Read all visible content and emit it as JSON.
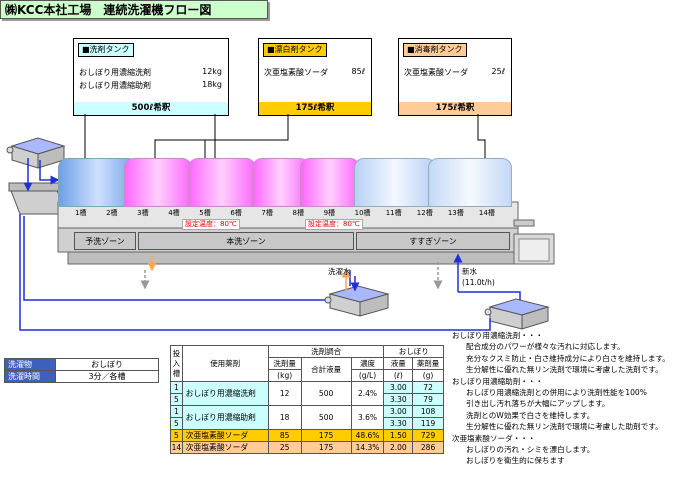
{
  "title": "㈱KCC本社工場　連続洗濯機フロー図",
  "colors": {
    "title_bg": "#ccffcc",
    "detergent_header": "#ccffff",
    "bleach_header": "#ffcc00",
    "disinfect_header": "#ffcc99",
    "blue_tank": "#8fb8f0",
    "pink_tank": "#ff99ff",
    "light_tank": "#d8e8ff",
    "zone": "#c8c8c8",
    "pipe_blue": "#1f2fd6",
    "pipe_orange": "#ffa64d",
    "hot": "#e00000"
  },
  "tanks": [
    {
      "id": "detergent",
      "header": "■洗剤タンク",
      "rows": [
        {
          "name": "おしぼり用濃縮洗剤",
          "amount": "12kg"
        },
        {
          "name": "おしぼり用濃縮助剤",
          "amount": "18kg"
        }
      ],
      "footer": "500ℓ希釈"
    },
    {
      "id": "bleach",
      "header": "■漂白剤タンク",
      "rows": [
        {
          "name": "次亜塩素酸ソーダ",
          "amount": "85ℓ"
        }
      ],
      "footer": "175ℓ希釈"
    },
    {
      "id": "disinfect",
      "header": "■消毒剤タンク",
      "rows": [
        {
          "name": "次亜塩素酸ソーダ",
          "amount": "25ℓ"
        }
      ],
      "footer": "175ℓ希釈"
    }
  ],
  "tank_icon": "tank-icon",
  "chambers": [
    "1槽",
    "2槽",
    "3槽",
    "4槽",
    "5槽",
    "6槽",
    "7槽",
    "8槽",
    "9槽",
    "10槽",
    "11槽",
    "12槽",
    "13槽",
    "14槽"
  ],
  "set_temps": [
    "設定温度：80℃",
    "設定温度：80℃"
  ],
  "zones": [
    "予洗ゾーン",
    "本洗ゾーン",
    "すすぎゾーン"
  ],
  "labels": {
    "wash_water": "洗濯水",
    "fresh_water": "新水",
    "fresh_flow": "(11.0t/h)"
  },
  "params": [
    {
      "label": "洗濯物",
      "value": "おしぼり"
    },
    {
      "label": "洗濯時間",
      "value": "3分／各槽"
    }
  ],
  "recipe": {
    "headers": {
      "chamber": "投入槽",
      "chem": "使用薬剤",
      "group1": "洗剤調合",
      "amount": "洗剤量",
      "amount_unit": "(kg)",
      "total": "合計液量",
      "conc": "濃度",
      "conc_unit": "(g/L)",
      "group2": "おしぼり",
      "liquid": "液量",
      "liquid_unit": "(ℓ)",
      "dose": "薬剤量",
      "dose_unit": "(g)"
    },
    "rows": [
      {
        "chambers": [
          "1",
          "5"
        ],
        "chem": "おしぼり用濃縮洗剤",
        "amount": "12",
        "total": "500",
        "conc": "2.4%",
        "liquid": [
          "3.00",
          "3.30"
        ],
        "dose": [
          "72",
          "79"
        ]
      },
      {
        "chambers": [
          "1",
          "5"
        ],
        "chem": "おしぼり用濃縮助剤",
        "amount": "18",
        "total": "500",
        "conc": "3.6%",
        "liquid": [
          "3.00",
          "3.30"
        ],
        "dose": [
          "108",
          "119"
        ]
      },
      {
        "chambers": [
          "5"
        ],
        "chem": "次亜塩素酸ソーダ",
        "amount": "85",
        "total": "175",
        "conc": "48.6%",
        "liquid": [
          "1.50"
        ],
        "dose": [
          "729"
        ],
        "highlight": "#ffcc00"
      },
      {
        "chambers": [
          "14"
        ],
        "chem": "次亜塩素酸ソーダ",
        "amount": "25",
        "total": "175",
        "conc": "14.3%",
        "liquid": [
          "2.00"
        ],
        "dose": [
          "286"
        ],
        "highlight": "#ffcc99"
      }
    ]
  },
  "notes": [
    {
      "text": "おしぼり用濃縮洗剤・・・",
      "indent": 0
    },
    {
      "text": "配合成分のパワーが様々な汚れに対応します。",
      "indent": 1
    },
    {
      "text": "充分なクスミ防止・白さ維持成分により白さを維持します。",
      "indent": 1
    },
    {
      "text": "生分解性に優れた無リン洗剤で環境に考慮した洗剤です。",
      "indent": 1
    },
    {
      "text": "おしぼり用濃縮助剤・・・",
      "indent": 0
    },
    {
      "text": "おしぼり用濃縮洗剤との併用により洗剤性能を100%",
      "indent": 1
    },
    {
      "text": "引き出し汚れ落ちが大幅にアップします。",
      "indent": 1
    },
    {
      "text": "洗剤とのW効果で白さを維持します。",
      "indent": 1
    },
    {
      "text": "生分解性に優れた無リン洗剤で環境に考慮した助剤です。",
      "indent": 1
    },
    {
      "text": "次亜塩素酸ソーダ・・・",
      "indent": 0
    },
    {
      "text": "おしぼりの汚れ・シミを漂白します。",
      "indent": 1
    },
    {
      "text": "おしぼりを衛生的に保ちます",
      "indent": 1
    }
  ]
}
